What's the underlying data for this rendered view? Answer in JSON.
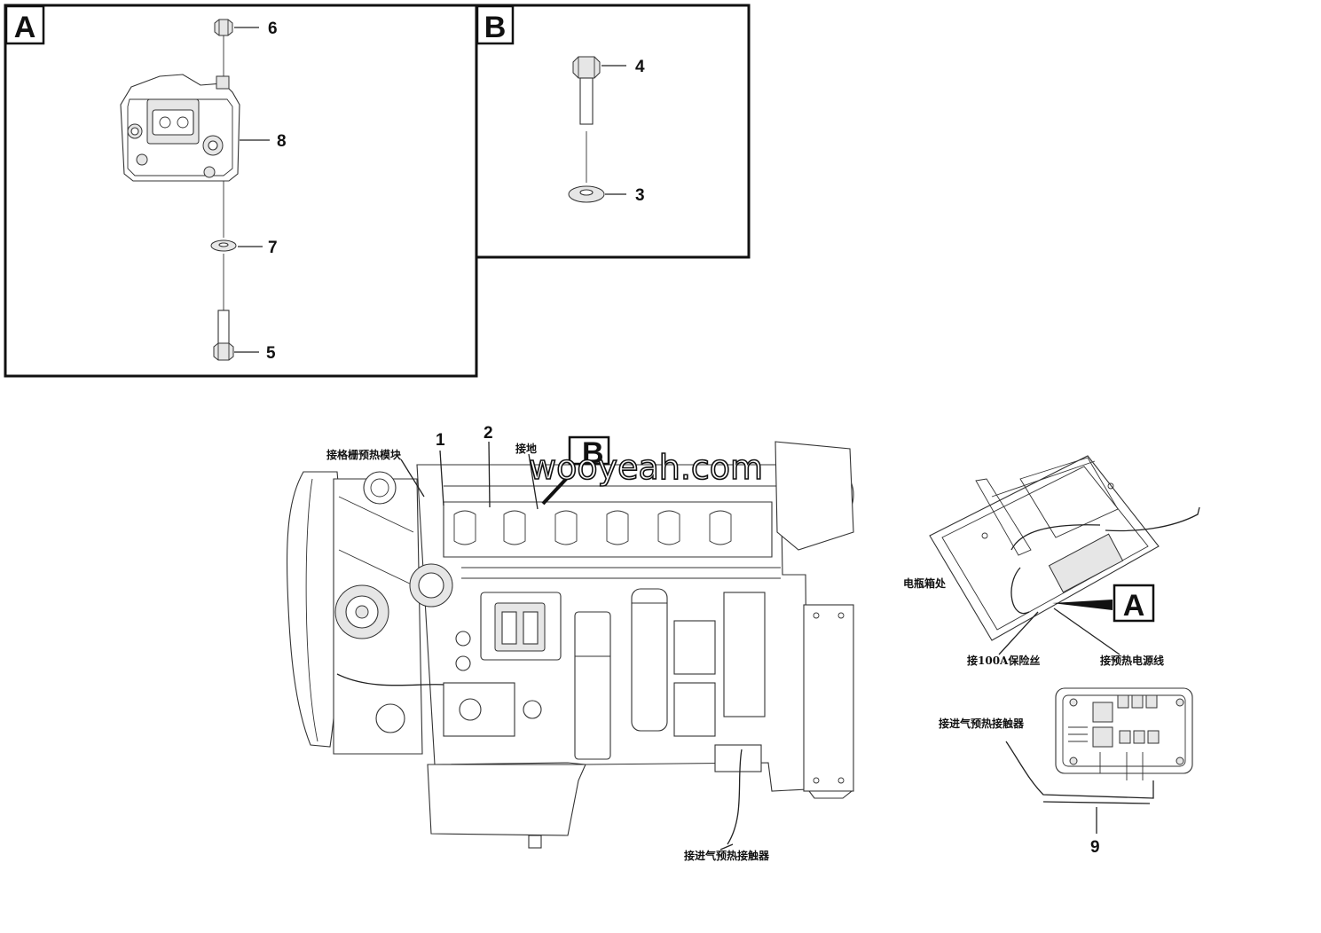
{
  "watermark": "wooyeah.com",
  "panels": {
    "a": {
      "letter": "A",
      "items": [
        {
          "num": "6",
          "part": "nut"
        },
        {
          "num": "8",
          "part": "preheat-module"
        },
        {
          "num": "7",
          "part": "washer"
        },
        {
          "num": "5",
          "part": "bolt"
        }
      ]
    },
    "b": {
      "letter": "B",
      "items": [
        {
          "num": "4",
          "part": "bolt"
        },
        {
          "num": "3",
          "part": "washer"
        }
      ]
    }
  },
  "engine": {
    "callouts": {
      "c1": "1",
      "c2": "2",
      "ground": "接地",
      "grid_module": "接格栅预热模块",
      "intake_contactor": "接进气预热接触器"
    },
    "view_letter": "B"
  },
  "battery_box": {
    "view_letter": "A",
    "labels": {
      "battery_box": "电瓶箱处",
      "fuse": "接100A保险丝",
      "preheat_power": "接预热电源线"
    }
  },
  "contactor": {
    "num": "9",
    "label": "接进气预热接触器"
  }
}
